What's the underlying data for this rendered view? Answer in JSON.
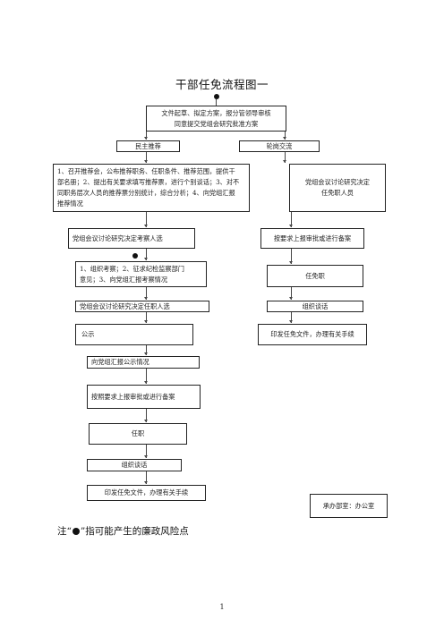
{
  "title": "干部任免流程图一",
  "nodes": {
    "draft": "文件起草、拟定方案，报分管领导审核\n同意提交党组会研究批准方案",
    "recommend": "民主推荐",
    "rotation": "轮岗交流",
    "recommend_steps": "1、召开推荐会，公布推荐职务、任职条件、推荐范围，提供干\n部名册；2、提出有关要求填写推荐票，进行个别谈话；3、对不\n同职务层次人员的推荐票分别统计，综合分析；4、向党组汇报\n推荐情况",
    "decide_candidates": "党组会议讨论研究决定考察人选",
    "inspection": "1、组织考察；2、征求纪检监察部门\n意见；3、向党组汇报考察情况",
    "decide_appointees": "党组会议讨论研究决定任职人选",
    "publicity": "公示",
    "report_publicity": "向党组汇报公示情况",
    "approve_file": "按照要求上报审批或进行备案",
    "appoint": "任职",
    "talk": "组织谈话",
    "issue_doc": "印发任免文件，办理有关手续",
    "r_decide": "党组会议讨论研究决定\n任免职人员",
    "r_approve": "按要求上报审批或进行备案",
    "r_appoint": "任免职",
    "r_talk": "组织谈话",
    "r_issue": "印发任免文件，办理有关手续",
    "office": "承办部室：办公室"
  },
  "note": {
    "prefix": "注“",
    "suffix": "”指可能产生的廉政风险点"
  },
  "page_number": "1"
}
